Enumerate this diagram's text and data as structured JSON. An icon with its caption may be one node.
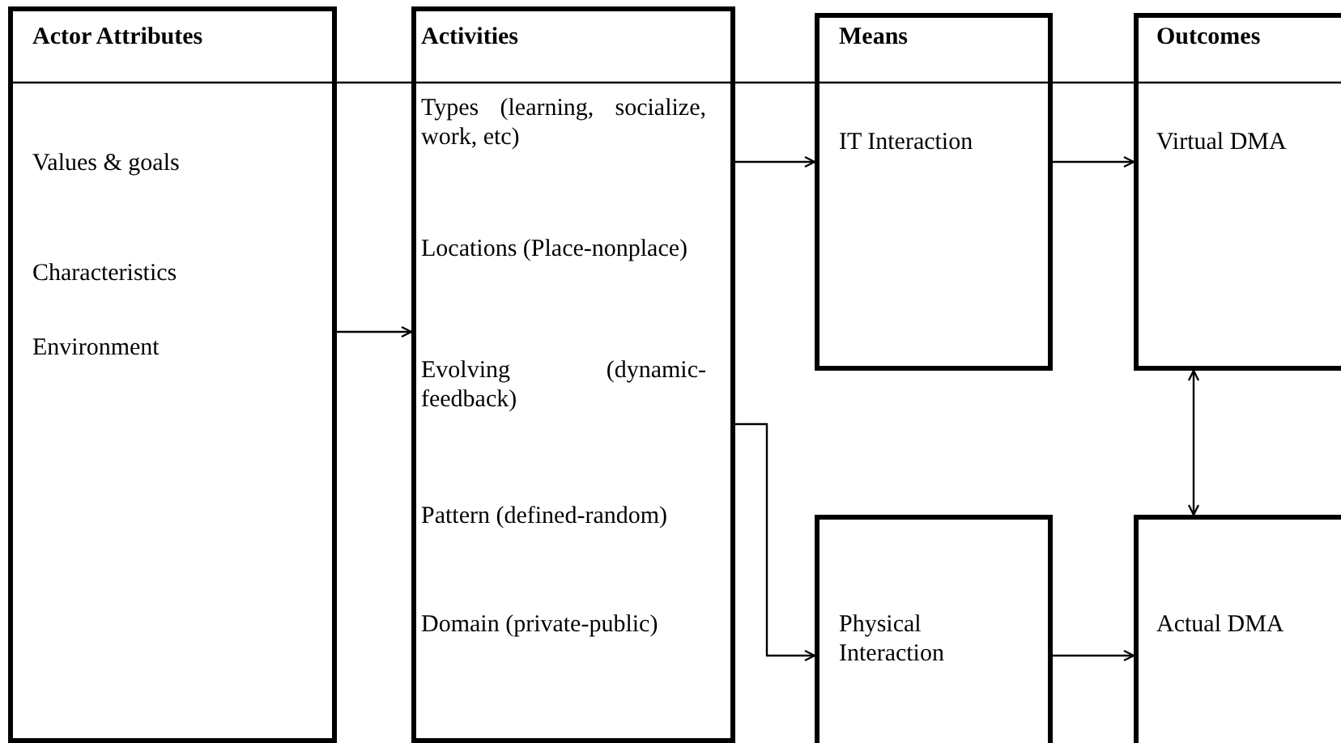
{
  "diagram": {
    "nodes": [
      {
        "text": [
          "Actor Attributes",
          "Values & goals",
          "Characteristics",
          "Environment"
        ]
      },
      {
        "text": [
          "Activities",
          "Types (learning, socialize, work, etc)",
          "Locations (Place-nonplace)",
          "Evolving (dynamic-feedback)",
          "Pattern (defined-random)",
          "Domain (private-public)"
        ]
      },
      {
        "text": [
          "Means",
          "IT Interaction"
        ]
      },
      {
        "text": [
          "Outcomes",
          "Virtual DMA"
        ]
      },
      {
        "text": [
          "Physical Interaction"
        ]
      },
      {
        "text": [
          "Actual DMA"
        ]
      }
    ],
    "edges": [
      {
        "from": 0,
        "to": 1,
        "arrow": "to"
      },
      {
        "from": 1,
        "to": 2,
        "arrow": "to"
      },
      {
        "from": 1,
        "to": 4,
        "arrow": "to"
      },
      {
        "from": 2,
        "to": 3,
        "arrow": "to"
      },
      {
        "from": 4,
        "to": 5,
        "arrow": "to"
      },
      {
        "from": 3,
        "to": 5,
        "arrow": "both"
      }
    ]
  }
}
